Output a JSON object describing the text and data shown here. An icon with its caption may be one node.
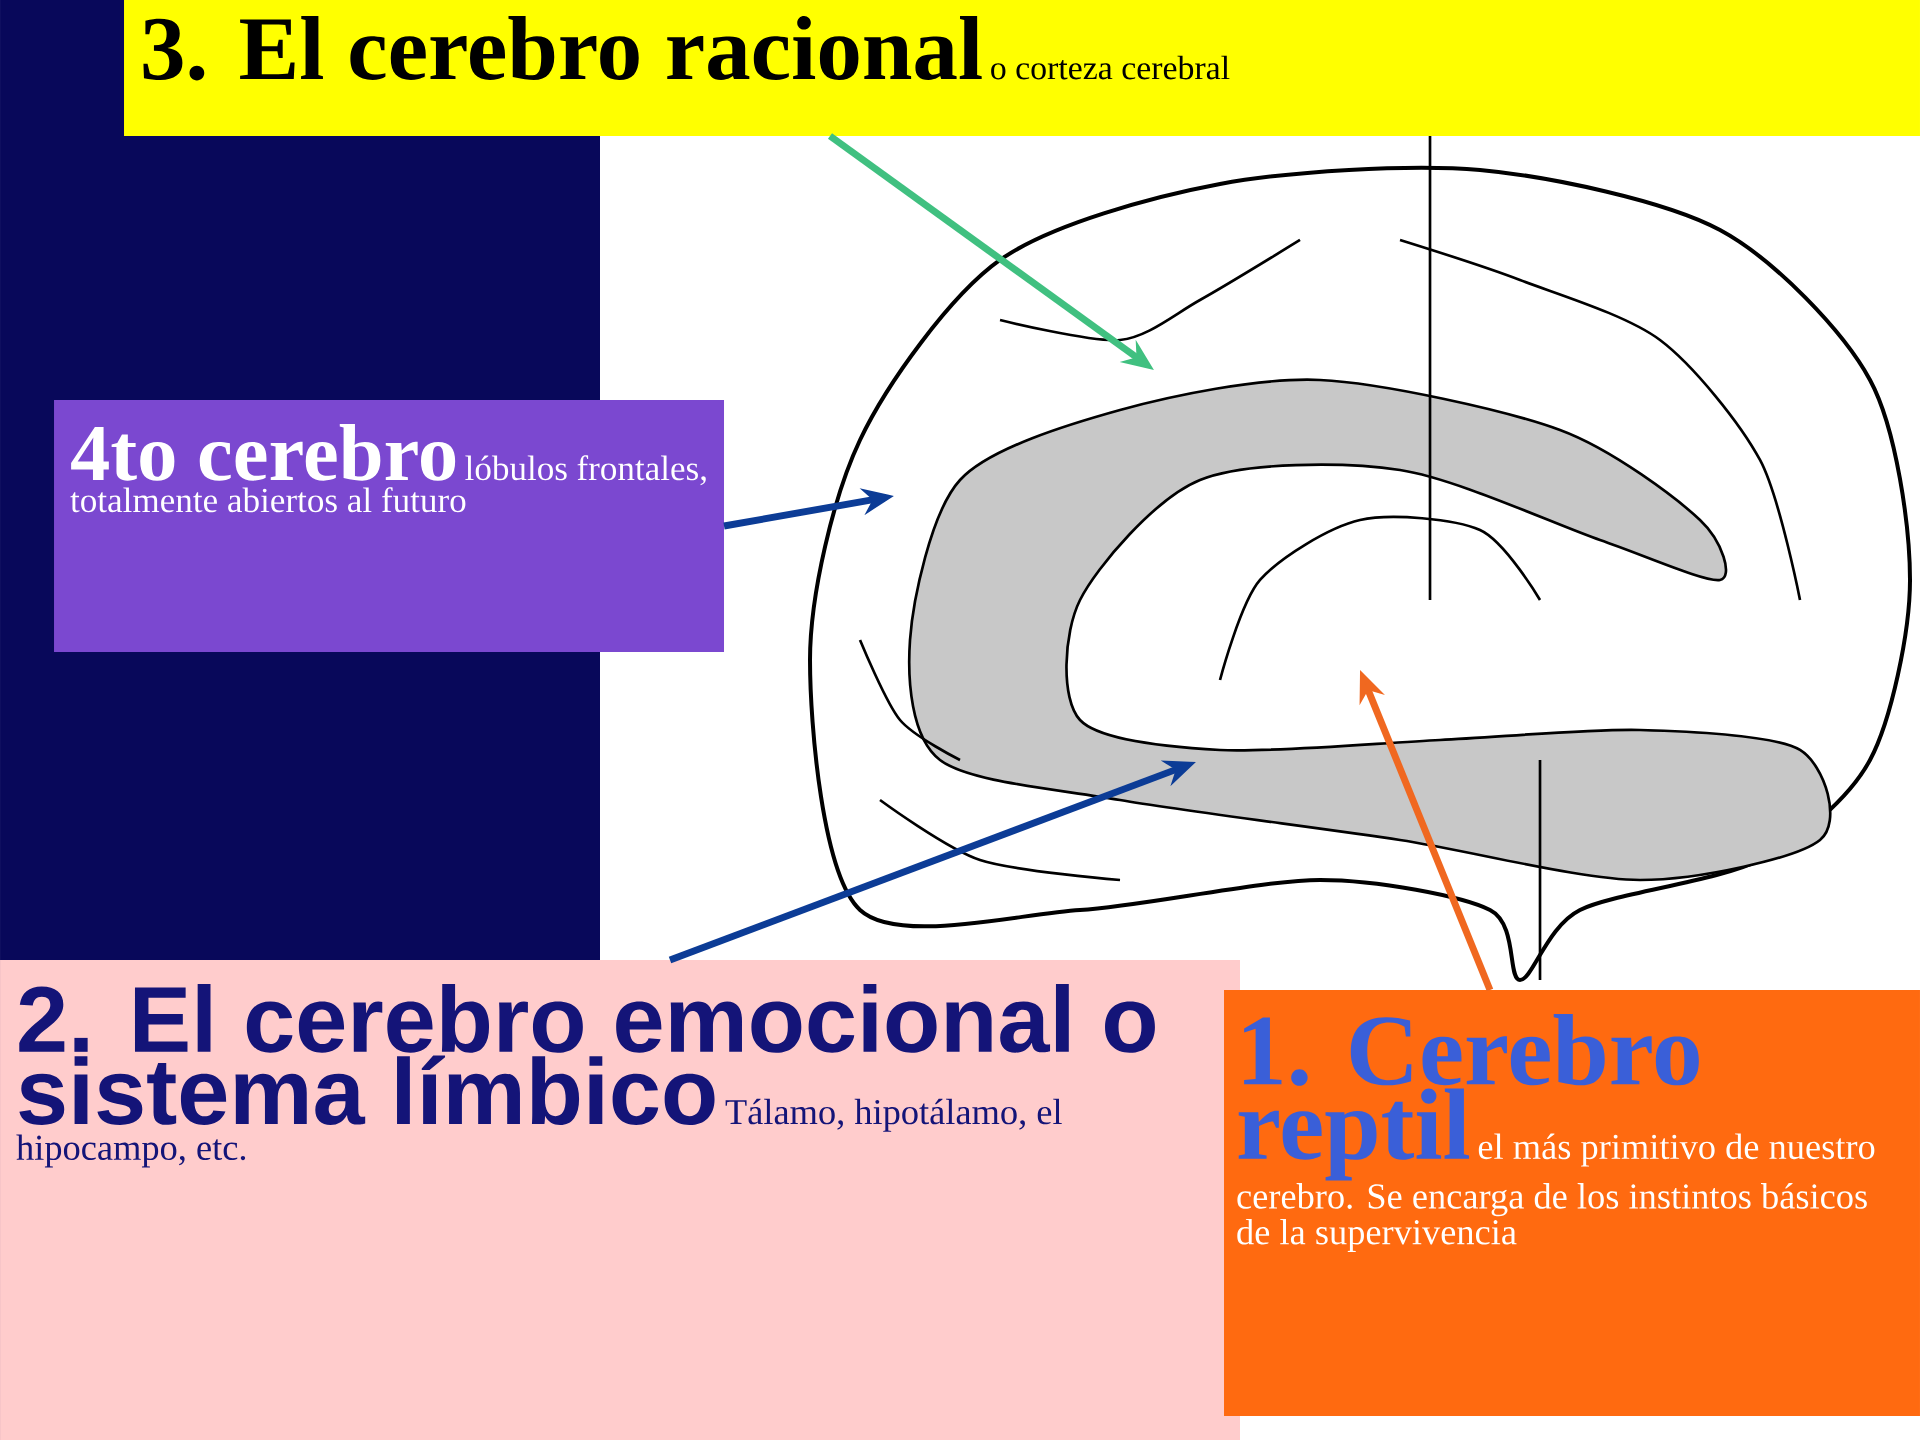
{
  "diagram": {
    "nodes": [
      {
        "text": [
          "3. El cerebro racional",
          "o corteza cerebral"
        ]
      },
      {
        "text": [
          "4to cerebro",
          "lóbulos frontales, totalmente abiertos al futuro"
        ]
      },
      {
        "text": [
          "2. El cerebro emocional o sistema límbico",
          "Tálamo, hipotálamo, el hipocampo, etc."
        ]
      },
      {
        "text": [
          "1. Cerebro reptil",
          "el más primitivo de nuestro cerebro. Se encarga de los instintos básicos de la supervivencia"
        ]
      }
    ],
    "edges": [
      {
        "from": 0,
        "to": null,
        "arrow": "to",
        "color": "#40c080"
      },
      {
        "from": 1,
        "to": null,
        "arrow": "to",
        "color": "#0c3c96"
      },
      {
        "from": 2,
        "to": null,
        "arrow": "to",
        "color": "#0c3c96"
      },
      {
        "from": 3,
        "to": null,
        "arrow": "to",
        "color": "#f06820"
      }
    ]
  }
}
